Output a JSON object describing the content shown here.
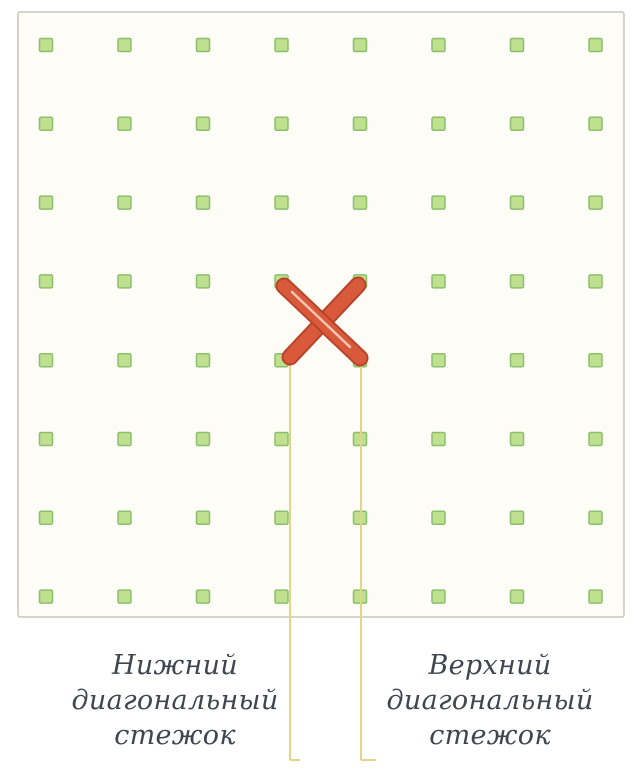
{
  "grid": {
    "rows": 8,
    "cols": 8,
    "colors": {
      "fabric": "#fdfcf6",
      "fabric_border": "#c9c7bb",
      "hole_fill": "#bfe08f",
      "hole_stroke": "#8cbf6c"
    }
  },
  "stitch": {
    "label": "cross-stitch",
    "colors": {
      "thread": "#d85a3a",
      "thread_dark": "#b8432a",
      "highlight": "#ffd9cc"
    }
  },
  "leader_color": "#e3d487",
  "captions": {
    "left": {
      "line1": "Нижний",
      "line2": "диагональный",
      "line3": "стежок"
    },
    "right": {
      "line1": "Верхний",
      "line2": "диагональный",
      "line3": "стежок"
    }
  }
}
